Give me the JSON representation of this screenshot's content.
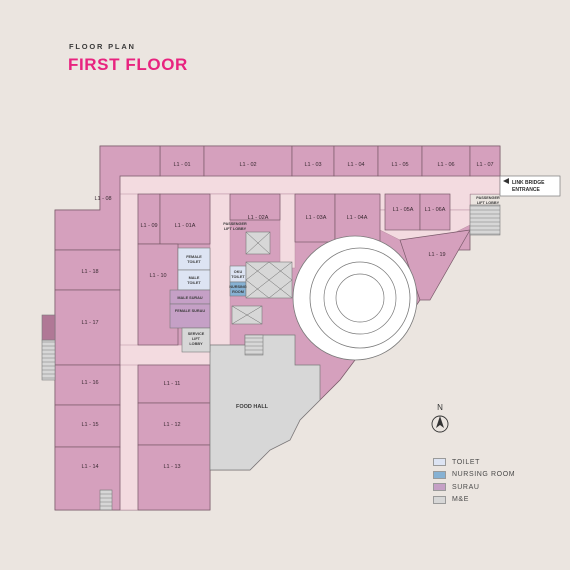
{
  "header": {
    "caption": "FLOOR PLAN",
    "title": "FIRST FLOOR",
    "title_color": "#e8237f"
  },
  "colors": {
    "shop": "#d5a0bd",
    "corridor": "#f3dbe0",
    "toilet": "#dde4f3",
    "nursing": "#86b1d3",
    "surau": "#c5a0c6",
    "mne": "#d7d7d7",
    "line": "#7a5a6a",
    "background": "#ebe5e0"
  },
  "units": {
    "l1_01": "L1 - 01",
    "l1_02": "L1 - 02",
    "l1_03": "L1 - 03",
    "l1_04": "L1 - 04",
    "l1_05": "L1 - 05",
    "l1_06": "L1 - 06",
    "l1_07": "L1 - 07",
    "l1_08": "L1 - 08",
    "l1_09": "L1 - 09",
    "l1_01a": "L1 - 01A",
    "l1_02a": "L1 - 02A",
    "l1_03a": "L1 - 03A",
    "l1_04a": "L1 - 04A",
    "l1_05a": "L1 - 05A",
    "l1_06a": "L1 - 06A",
    "l1_10": "L1 - 10",
    "l1_11": "L1 - 11",
    "l1_12": "L1 - 12",
    "l1_13": "L1 - 13",
    "l1_14": "L1 - 14",
    "l1_15": "L1 - 15",
    "l1_16": "L1 - 16",
    "l1_17": "L1 - 17",
    "l1_18": "L1 - 18",
    "l1_19": "L1 - 19"
  },
  "facilities": {
    "food_hall": "FOOD HALL",
    "female_toilet": [
      "FEMALE",
      "TOILET"
    ],
    "male_toilet": [
      "MALE",
      "TOILET"
    ],
    "male_surau": "MALE SURAU",
    "female_surau": "FEMALE SURAU",
    "service_lift": [
      "SERVICE",
      "LIFT",
      "LOBBY"
    ],
    "oku_toilet": [
      "OKU",
      "TOILET"
    ],
    "nursing_room": [
      "NURSING",
      "ROOM"
    ],
    "passenger_lift_a": [
      "PASSENGER",
      "LIFT LOBBY"
    ],
    "passenger_lift_b": [
      "PASSENGER",
      "LIFT LOBBY"
    ]
  },
  "entrance": {
    "lines": [
      "LINK BRIDGE",
      "ENTRANCE"
    ]
  },
  "compass": {
    "label": "N"
  },
  "legend": [
    {
      "label": "TOILET",
      "color": "#dde4f3"
    },
    {
      "label": "NURSING ROOM",
      "color": "#86b1d3"
    },
    {
      "label": "SURAU",
      "color": "#c5a0c6"
    },
    {
      "label": "M&E",
      "color": "#d7d7d7"
    }
  ]
}
